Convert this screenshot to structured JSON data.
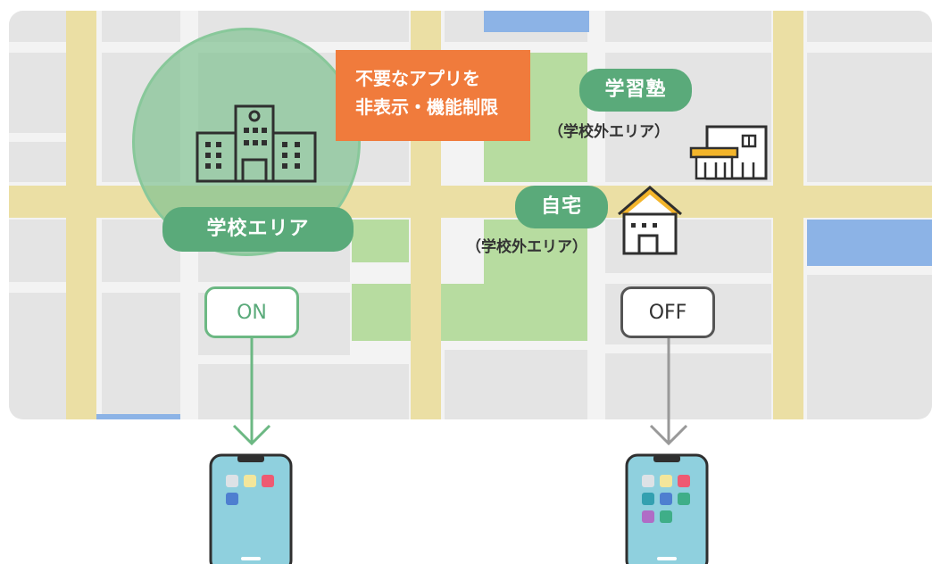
{
  "labels": {
    "school_area": "学校エリア",
    "cram_school": "学習塾",
    "cram_school_note": "（学校外エリア）",
    "home": "自宅",
    "home_note": "（学校外エリア）",
    "restriction_line1": "不要なアプリを",
    "restriction_line2": "非表示・機能制限",
    "toggle_on": "ON",
    "toggle_off": "OFF"
  },
  "colors": {
    "zone_green": "#5aaa7a",
    "restriction_orange": "#f07b3c",
    "road": "#ebdfa4",
    "park": "#b7dca0",
    "water": "#8cb3e6"
  },
  "phone_restricted": {
    "app_colors": [
      "#dde2e6",
      "#f3e69b",
      "#ee5a72",
      "#4e7fd0"
    ]
  },
  "phone_full": {
    "app_colors": [
      "#dde2e6",
      "#f3e69b",
      "#ee5a72",
      "#33a0b0",
      "#4e7fd0",
      "#3fae88",
      "#b06cc6",
      "#3fae88"
    ]
  }
}
